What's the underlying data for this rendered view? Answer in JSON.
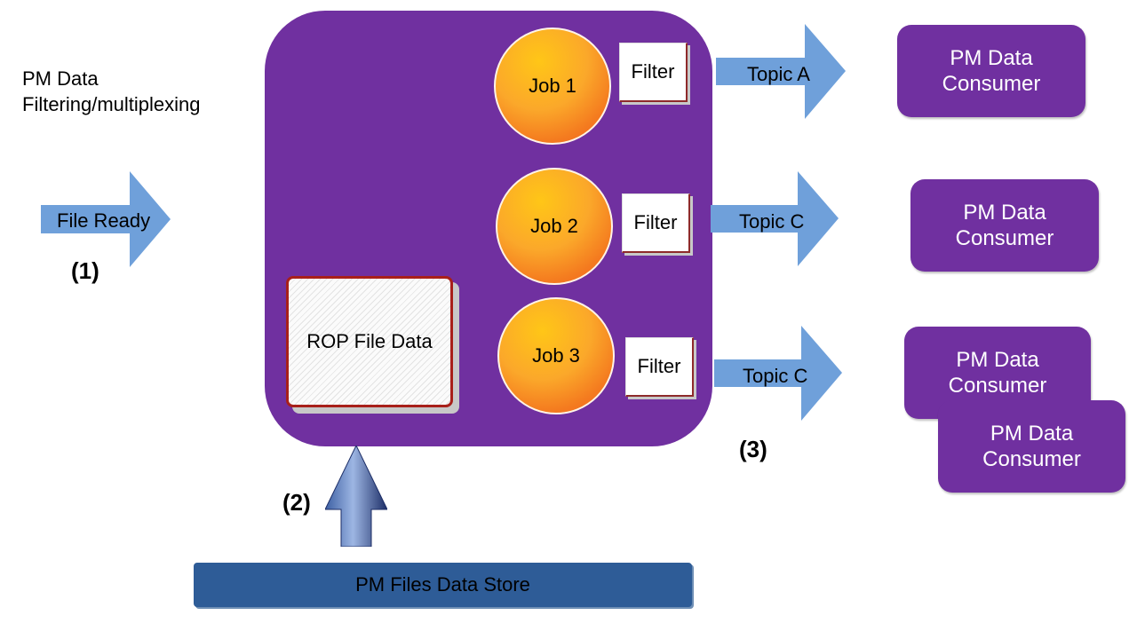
{
  "caption": "PM Data\nFiltering/multiplexing",
  "input_arrow_label": "File Ready",
  "steps": [
    "(1)",
    "(2)",
    "(3)"
  ],
  "rop_file": "ROP File Data",
  "jobs": [
    {
      "label": "Job 1",
      "filter": "Filter",
      "topic": "Topic A"
    },
    {
      "label": "Job 2",
      "filter": "Filter",
      "topic": "Topic C"
    },
    {
      "label": "Job 3",
      "filter": "Filter",
      "topic": "Topic C"
    }
  ],
  "consumers": [
    "PM Data\nConsumer",
    "PM Data\nConsumer",
    "PM Data\nConsumer",
    "PM Data\nConsumer"
  ],
  "data_store": "PM Files Data Store",
  "colors": {
    "purple": "#7030a0",
    "arrow_blue": "#6fa0da",
    "store_blue": "#2e5c97",
    "job_orange": "#f7941e"
  }
}
